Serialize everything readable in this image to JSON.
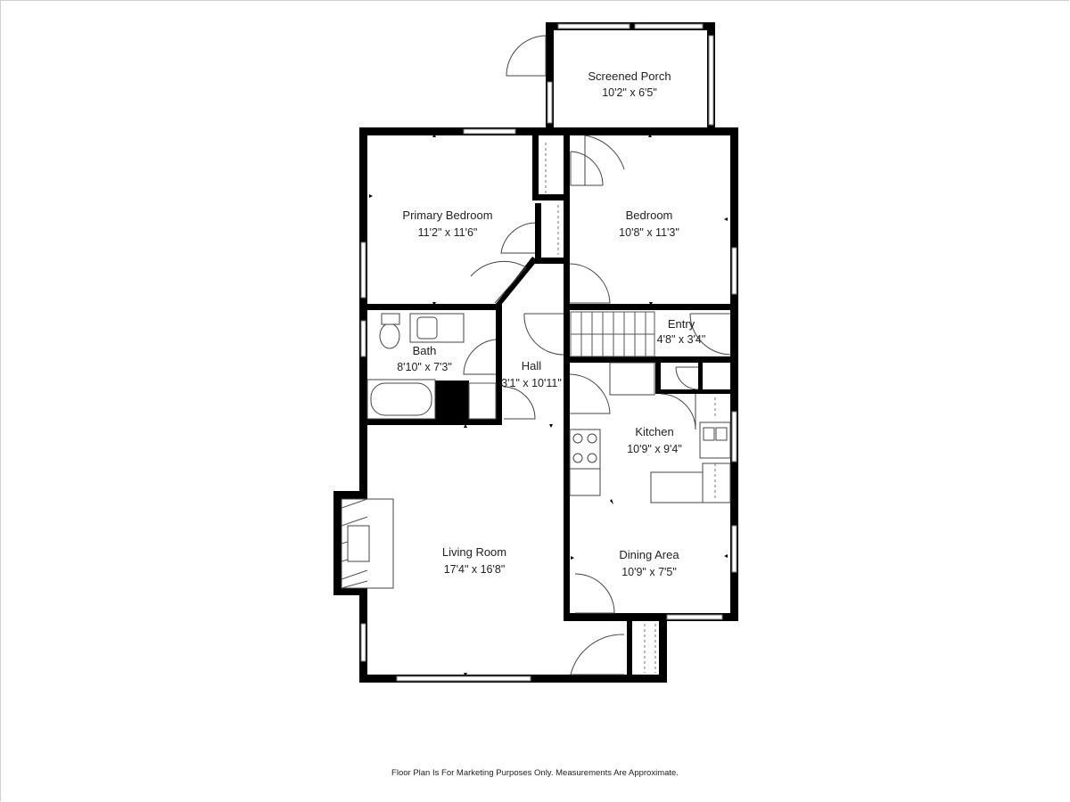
{
  "rooms": [
    {
      "name": "Screened Porch",
      "dims": "10'2\" x 6'5\""
    },
    {
      "name": "Primary Bedroom",
      "dims": "11'2\" x 11'6\""
    },
    {
      "name": "Bedroom",
      "dims": "10'8\" x 11'3\""
    },
    {
      "name": "Entry",
      "dims": "4'8\" x 3'4\""
    },
    {
      "name": "Bath",
      "dims": "8'10\" x 7'3\""
    },
    {
      "name": "Hall",
      "dims": "3'1\" x 10'11\""
    },
    {
      "name": "Kitchen",
      "dims": "10'9\" x 9'4\""
    },
    {
      "name": "Living Room",
      "dims": "17'4\" x 16'8\""
    },
    {
      "name": "Dining Area",
      "dims": "10'9\" x 7'5\""
    }
  ],
  "disclaimer": "Floor Plan Is For Marketing Purposes Only. Measurements Are Approximate."
}
